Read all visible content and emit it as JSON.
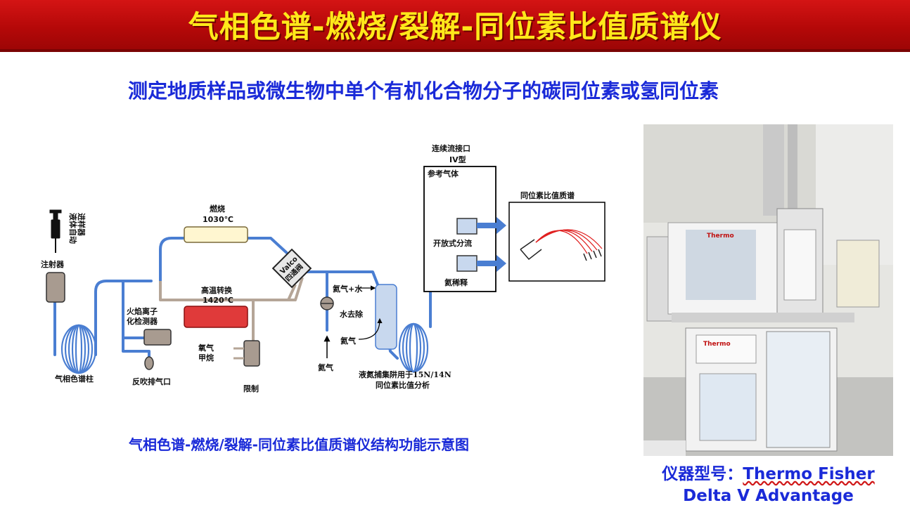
{
  "banner": {
    "title": "气相色谱-燃烧/裂解-同位素比值质谱仪"
  },
  "subtitle": "测定地质样品或微生物中单个有机化合物分子的碳同位素或氢同位素",
  "diagram": {
    "caption": "气相色谱-燃烧/裂解-同位素比值质谱仪结构功能示意图",
    "labels": {
      "autosampler": "液体自动进样器",
      "injector": "注射器",
      "gc_column": "气相色谱柱",
      "fid": "火焰离子化检测器",
      "backflush": "反吹排气口",
      "combustion": "燃烧",
      "combustion_temp": "1030℃",
      "pyrolysis": "高温转换",
      "pyrolysis_temp": "1420℃",
      "valco_1": "Valco",
      "valco_2": "四通阀",
      "oxygen": "氧气",
      "methane": "甲烷",
      "restriction": "限制",
      "he_water": "氦气+水",
      "water_removal": "水去除",
      "helium_in": "氦气",
      "helium_bottom": "氦气",
      "trap_1": "液氮捕集阱用于",
      "trap_iso": "15N/14N",
      "trap_2": "同位素比值分析",
      "interface_1": "连续流接口",
      "interface_2": "IV型",
      "ref_gas": "参考气体",
      "open_split": "开放式分流",
      "he_dilution": "氦稀释",
      "irms": "同位素比值质谱"
    }
  },
  "instrument": {
    "model_label": "仪器型号：",
    "model_brand": "Thermo Fisher",
    "model_name": "Delta V Advantage",
    "photo_brand_1": "Thermo",
    "photo_brand_2": "Thermo"
  },
  "colors": {
    "banner_red": "#c20d0d",
    "title_yellow": "#ffe81a",
    "text_blue": "#1a2ad8",
    "line_blue": "#4a7ed2",
    "line_tan": "#b5a597"
  }
}
